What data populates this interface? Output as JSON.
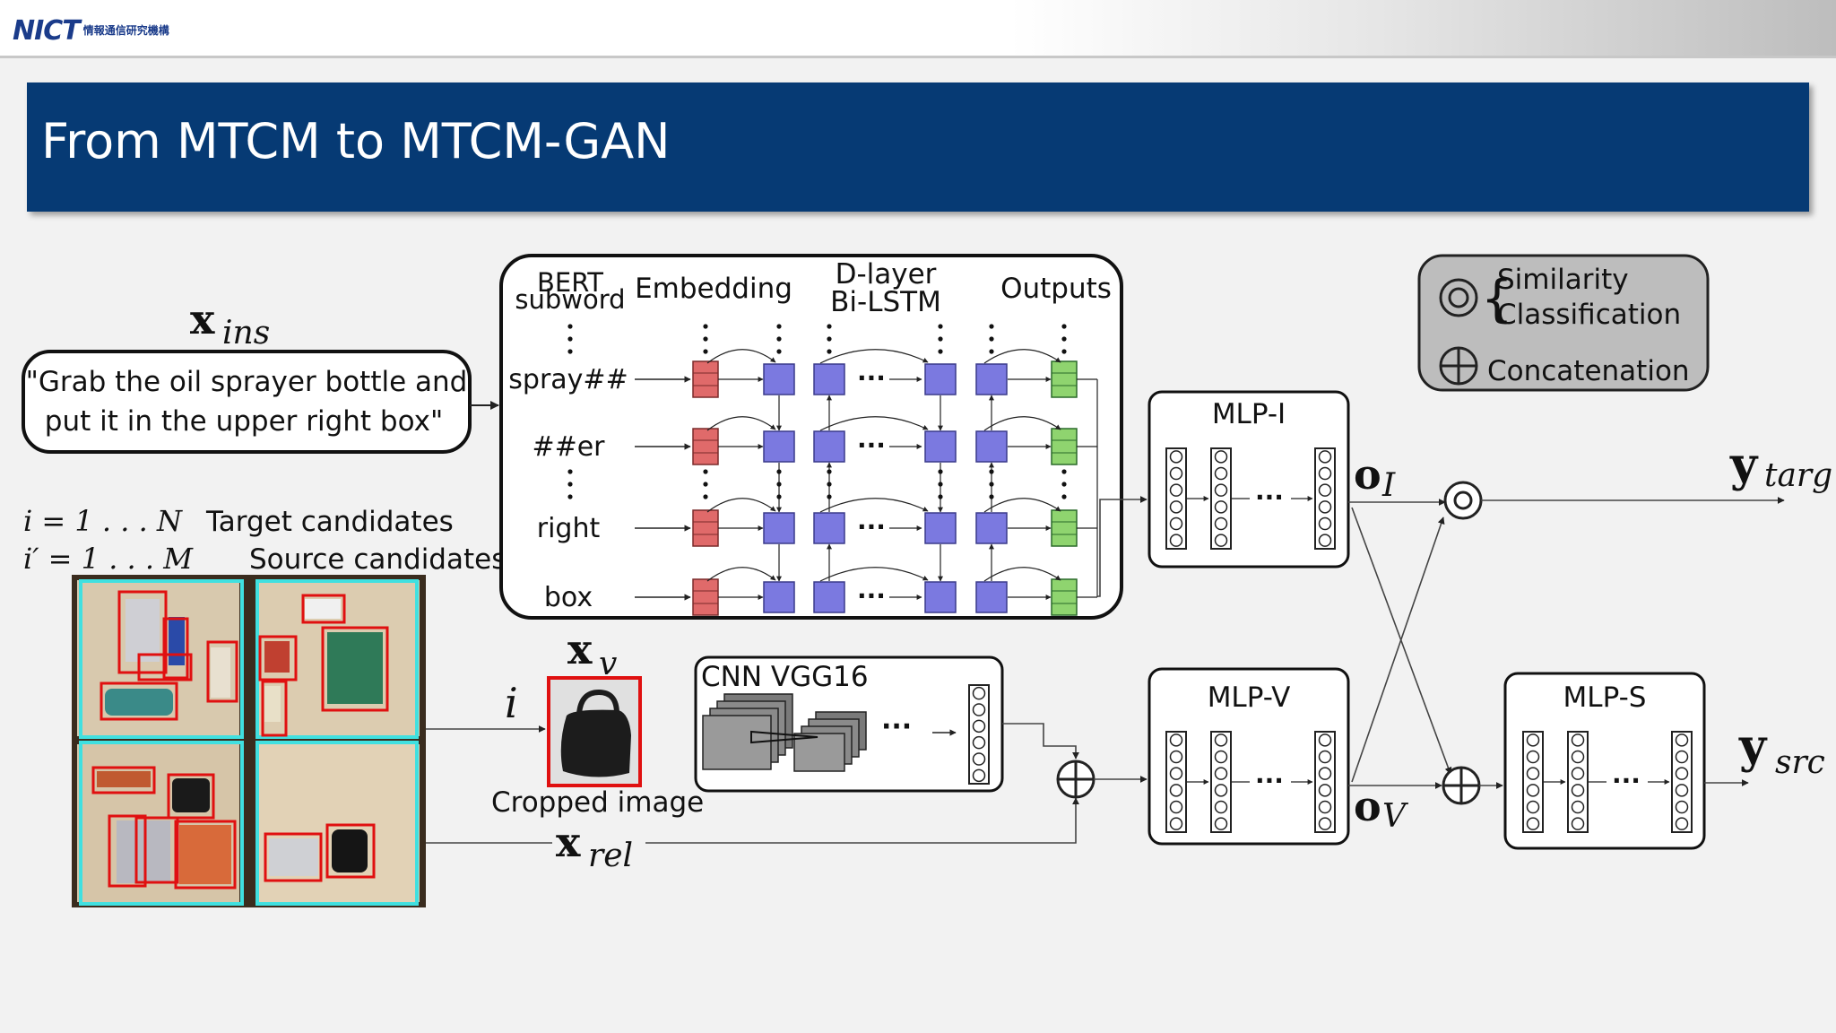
{
  "header": {
    "logo_text": "NICT",
    "logo_sub": "情報通信研究機構"
  },
  "slide": {
    "title": "From MTCM to MTCM-GAN"
  },
  "legend": {
    "similarity": "Similarity",
    "classification": "Classification",
    "concatenation": "Concatenation"
  },
  "inputs": {
    "x_ins_main": "x",
    "x_ins_sub": "ins",
    "instruction_line1": "\"Grab the oil sprayer bottle and",
    "instruction_line2": "put it in the upper right box\"",
    "target_index": "i = 1 . . . N",
    "target_label": "Target candidates",
    "source_index": "i′ = 1 . . . M",
    "source_label": "Source candidates",
    "i_label": "i",
    "x_v_main": "x",
    "x_v_sub": "v",
    "cropped_caption": "Cropped image",
    "x_rel_main": "x",
    "x_rel_sub": "rel"
  },
  "lstm_block": {
    "col_bert_line1": "BERT",
    "col_bert_line2": "subword",
    "col_embedding": "Embedding",
    "col_dlayer_line1": "D-layer",
    "col_dlayer_line2": "Bi-LSTM",
    "col_outputs": "Outputs",
    "tokens": [
      "spray##",
      "##er",
      "right",
      "box"
    ]
  },
  "cnn": {
    "label": "CNN VGG16"
  },
  "mlps": {
    "mlp_i": "MLP-I",
    "mlp_v": "MLP-V",
    "mlp_s": "MLP-S"
  },
  "outputs": {
    "o_i_main": "o",
    "o_i_sub": "I",
    "o_v_main": "o",
    "o_v_sub": "V",
    "y_targ_main": "y",
    "y_targ_sub": "targ",
    "y_src_main": "y",
    "y_src_sub": "src"
  },
  "colors": {
    "banner": "#063a74",
    "embedding": "#e06a6a",
    "lstm": "#7b79e0",
    "output": "#8fd46f",
    "candidate_box": "#40e0e0",
    "object_box": "#e01010"
  }
}
